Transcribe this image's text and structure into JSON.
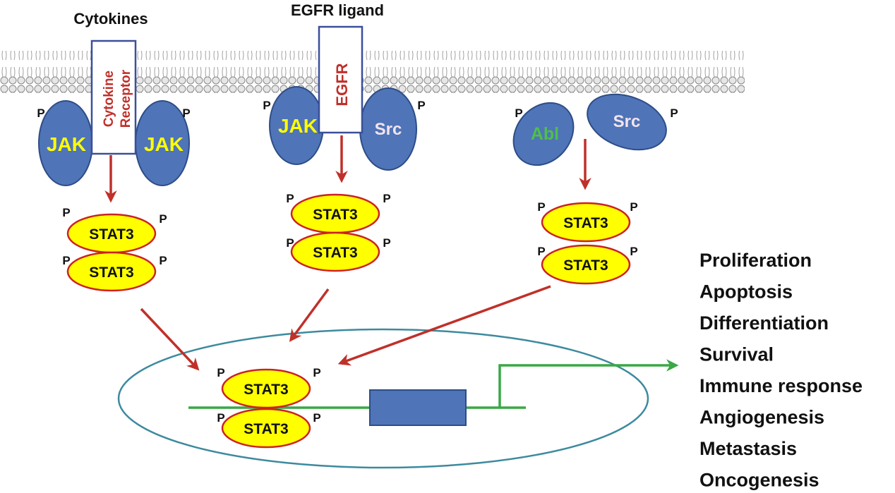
{
  "labels": {
    "cytokines": "Cytokines",
    "egfr_ligand": "EGFR ligand",
    "cytokine_receptor_line1": "Cytokine",
    "cytokine_receptor_line2": "Receptor",
    "egfr": "EGFR",
    "jak": "JAK",
    "src": "Src",
    "abl": "Abl",
    "stat3": "STAT3",
    "phospho": "P"
  },
  "outcomes": [
    "Proliferation",
    "Apoptosis",
    "Differentiation",
    "Survival",
    "Immune response",
    "Angiogenesis",
    "Metastasis",
    "Oncogenesis"
  ],
  "colors": {
    "kinase_fill": "#4f74b8",
    "kinase_stroke": "#2d4d86",
    "stat3_fill": "#ffff00",
    "stat3_stroke": "#cc2222",
    "arrow": "#c0302a",
    "dna_line": "#3aa845",
    "nucleus_stroke": "#3d8a9e",
    "gene_box": "#4f74b8",
    "receptor_stroke": "#3b4f9a",
    "receptor_text": "#c0302a",
    "jak_text": "#ffff00",
    "src_text": "#f3e4ec",
    "abl_text": "#4fbf4a",
    "membrane": "#9a9a9a"
  }
}
